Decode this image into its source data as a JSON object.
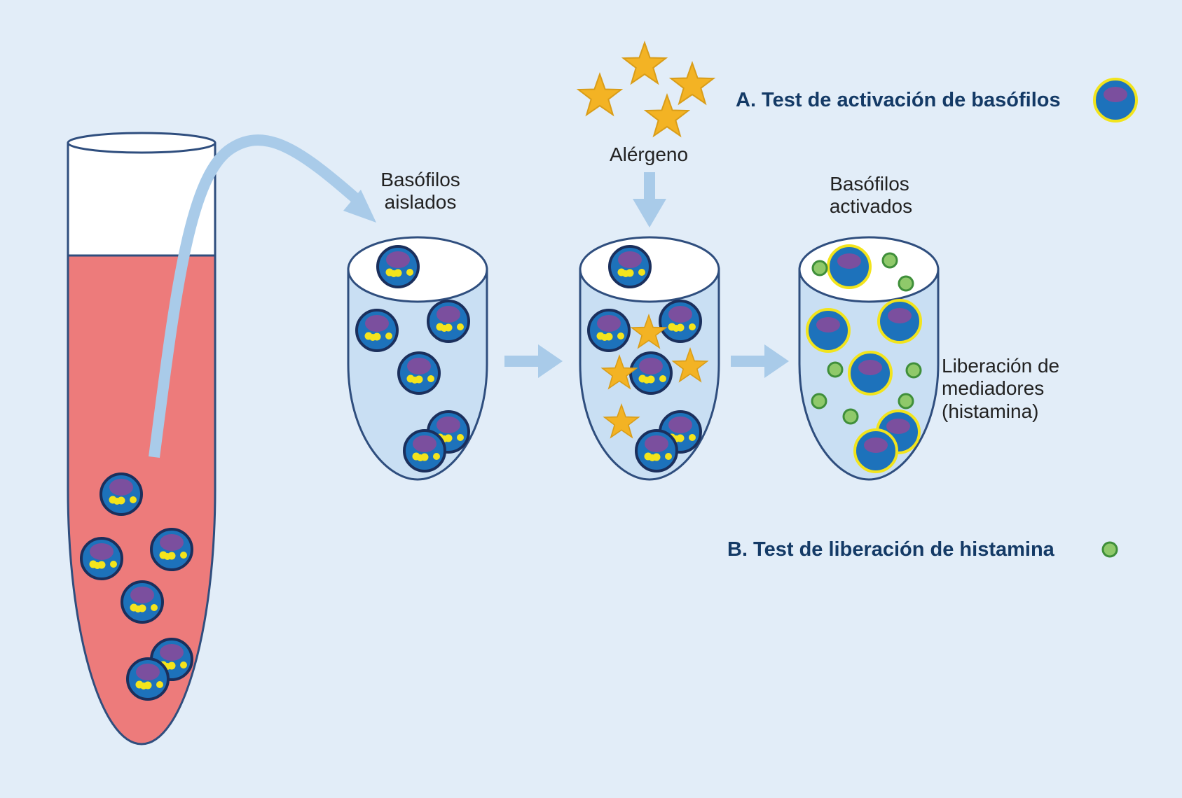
{
  "labels": {
    "isolated": [
      "Basófilos",
      "aislados"
    ],
    "allergen": "Alérgeno",
    "activated": [
      "Basófilos",
      "activados"
    ],
    "mediators": [
      "Liberación de",
      "mediadores",
      "(histamina)"
    ]
  },
  "legend": {
    "test_a": "A. Test de activación de basófilos",
    "test_b": "B. Test de liberación de histamina"
  },
  "colors": {
    "background": "#e2edf8",
    "blood": "#ed7b7b",
    "tube_liquid": "#c9dff3",
    "outline": "#2f4e7e",
    "cell": "#1d72bb",
    "nucleus": "#7b4f9e",
    "granule": "#f4e41c",
    "star": "#f3b324",
    "histamine": "#8fc96a",
    "arrow": "#a9cbe9",
    "heading": "#143a66"
  },
  "icons": [
    "basophil-cell-icon",
    "allergen-star-icon",
    "histamine-granule-icon",
    "flow-arrow-icon"
  ]
}
